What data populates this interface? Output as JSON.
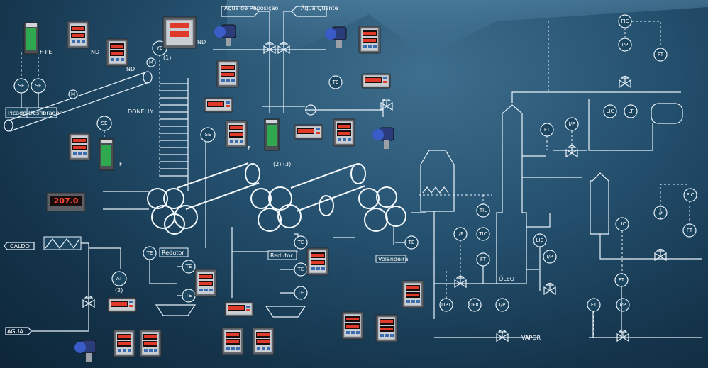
{
  "labels": {
    "agua_reposicao": "Água de Reposição",
    "agua_quente": "Água Quente",
    "caldo": "CALDO",
    "agua": "ÁGUA",
    "picador": "Picador",
    "desfibrador": "Desfibrador",
    "donelly": "DONELLY",
    "redutor1": "Redutor",
    "redutor2": "Redutor",
    "volandeira": "Volandeira",
    "fpe": "F-PE",
    "nd1": "ND",
    "nd2": "ND",
    "nd3": "ND",
    "ye_note": "(1)",
    "at_note": "(2)",
    "notes_23": "(2) (3)",
    "f1": "F",
    "f2": "F",
    "oleo": "ÓLEO",
    "vapor": "VAPOR"
  },
  "tags": {
    "se": "SE",
    "ye": "YE",
    "m": "M",
    "te": "TE",
    "at": "AT",
    "fic": "FIC",
    "ft": "FT",
    "lic": "LIC",
    "lt": "LT",
    "til": "TIL",
    "tic": "TIC",
    "dpt": "DPT",
    "dpic": "DPIC",
    "ip": "I/P"
  },
  "displays": {
    "panel_main": "207.0"
  }
}
